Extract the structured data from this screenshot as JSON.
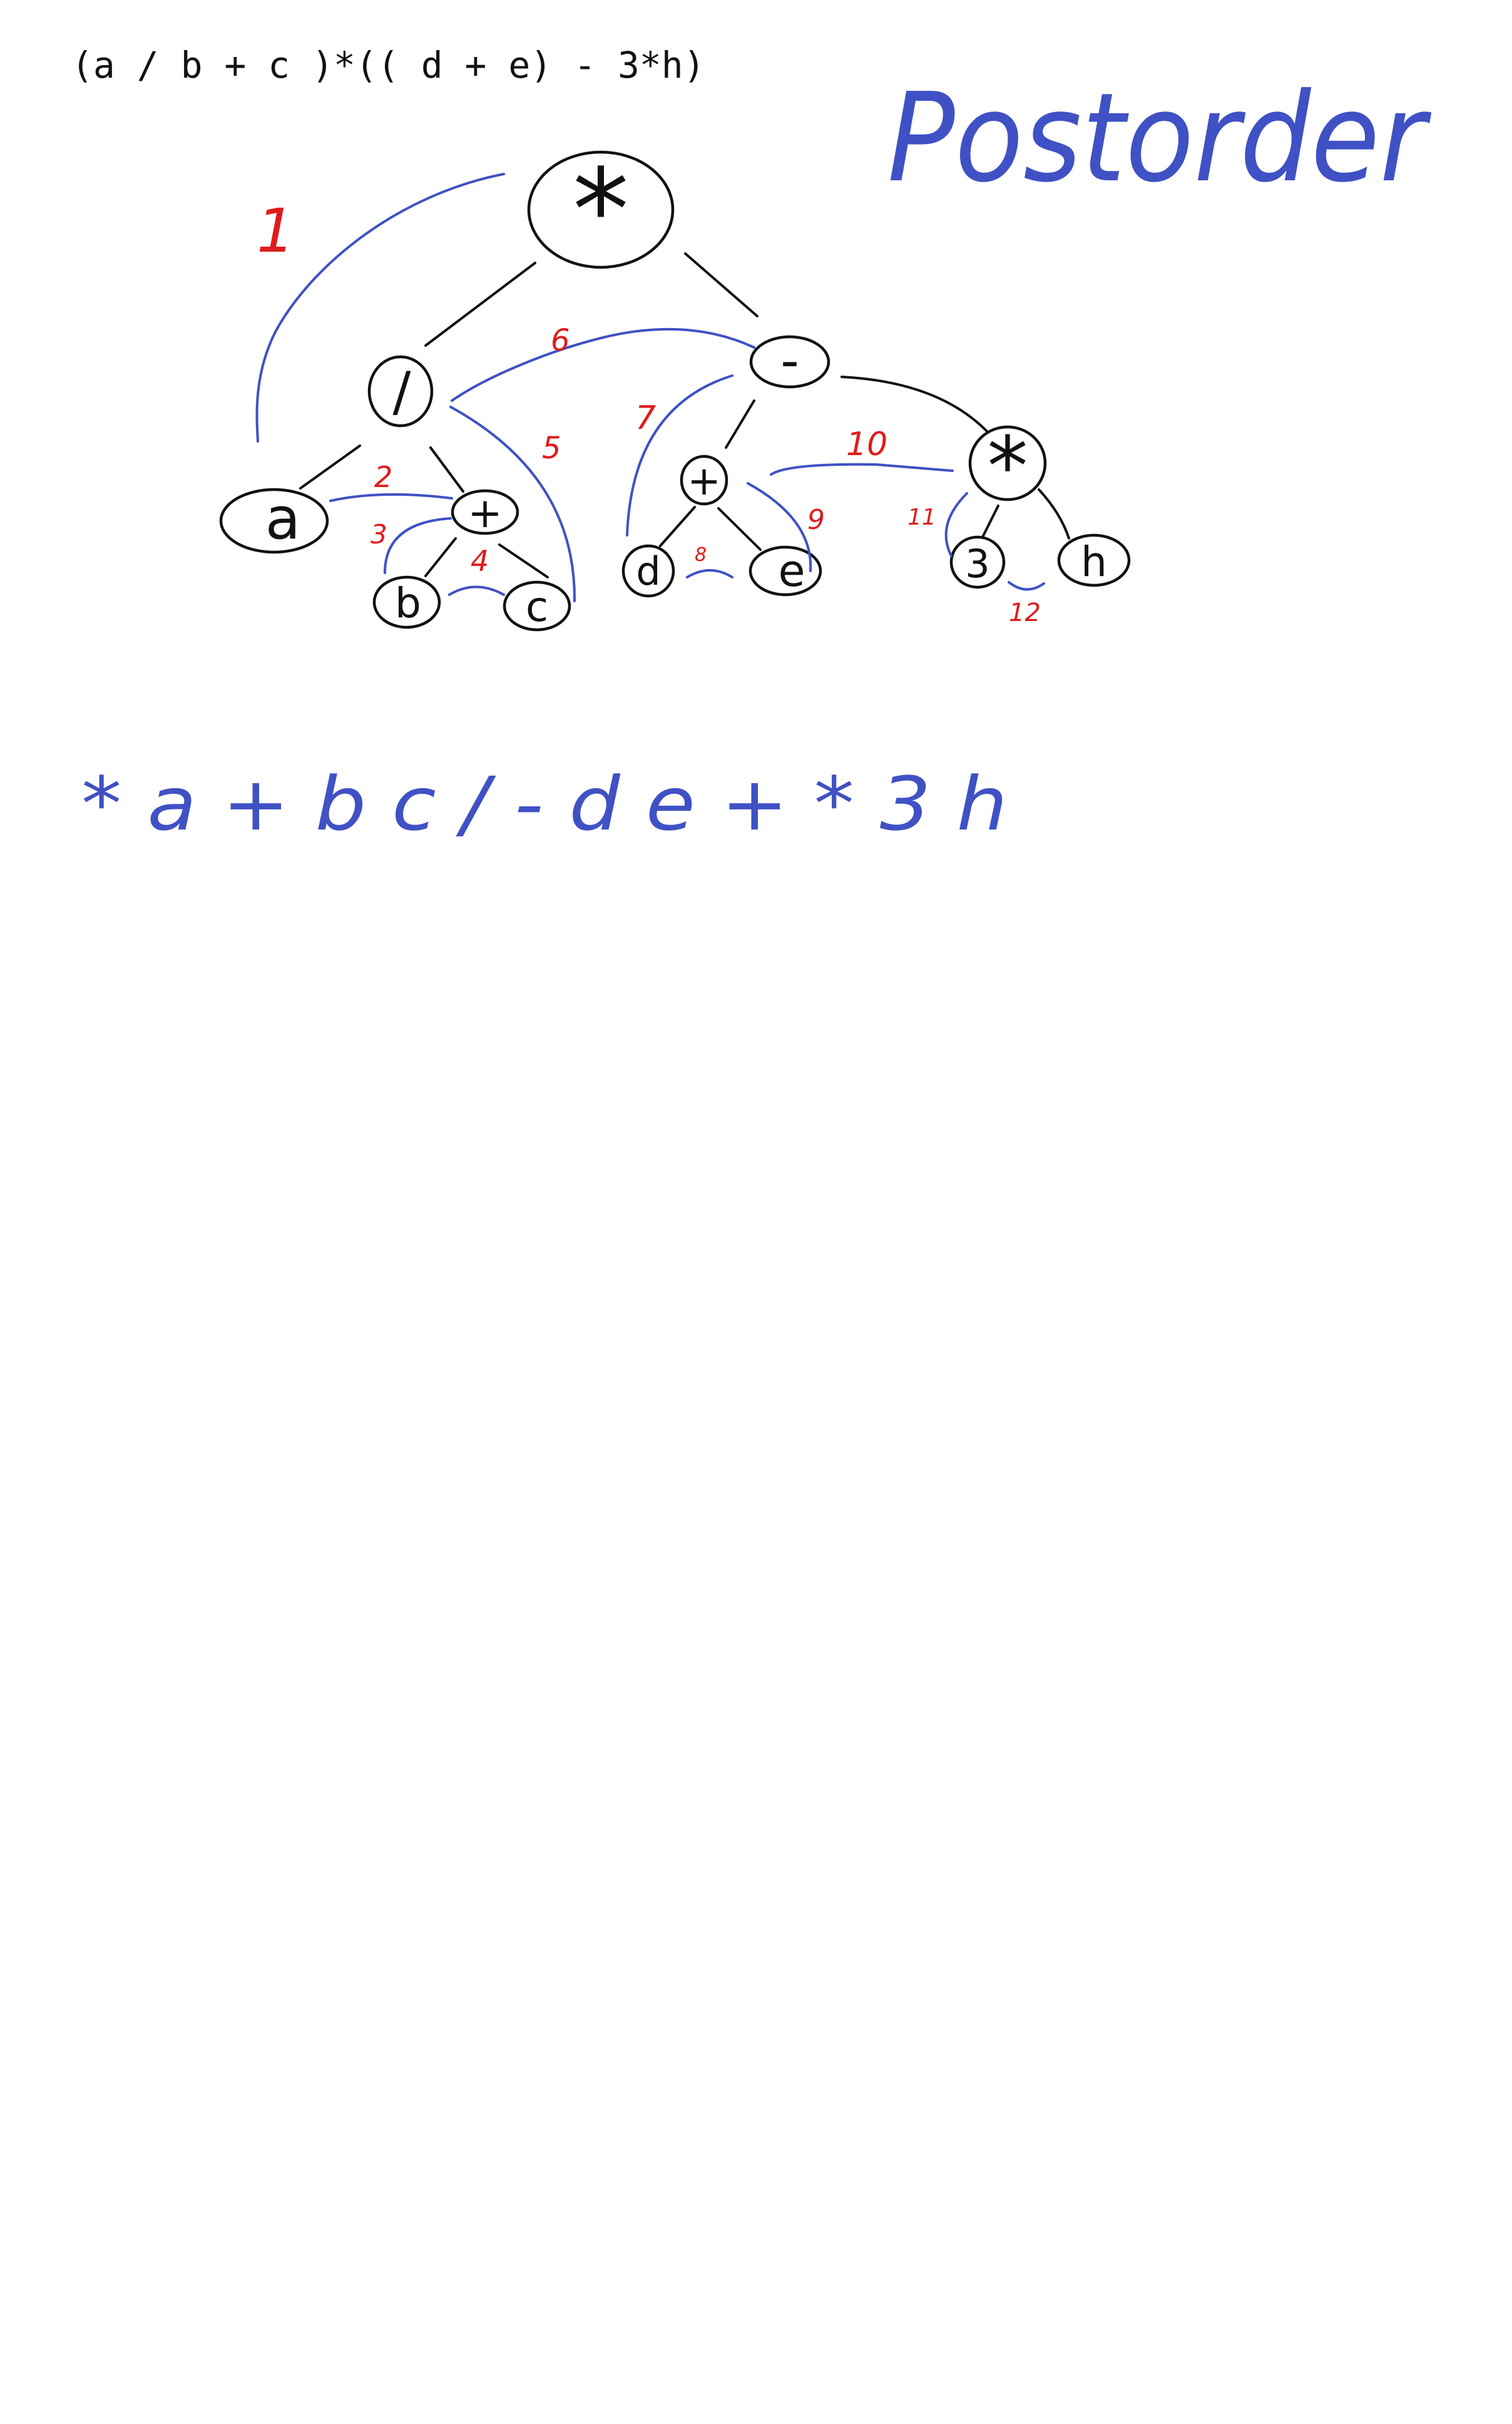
{
  "expression": "(a / b + c )*(( d + e) - 3*h)",
  "heading": "Postorder",
  "traversal_result": "* a + b c / - d e + * 3 h",
  "colors": {
    "ink_black": "#111111",
    "ink_blue": "#3f51c4",
    "ink_red": "#e01b1b"
  },
  "tree": {
    "nodes": [
      {
        "id": "root",
        "label": "*"
      },
      {
        "id": "div",
        "label": "/"
      },
      {
        "id": "minus",
        "label": "-"
      },
      {
        "id": "a",
        "label": "a"
      },
      {
        "id": "plus1",
        "label": "+"
      },
      {
        "id": "b",
        "label": "b"
      },
      {
        "id": "c",
        "label": "c"
      },
      {
        "id": "plus2",
        "label": "+"
      },
      {
        "id": "mult",
        "label": "*"
      },
      {
        "id": "d",
        "label": "d"
      },
      {
        "id": "e",
        "label": "e"
      },
      {
        "id": "three",
        "label": "3"
      },
      {
        "id": "h",
        "label": "h"
      }
    ],
    "edges": [
      [
        "root",
        "div"
      ],
      [
        "root",
        "minus"
      ],
      [
        "div",
        "a"
      ],
      [
        "div",
        "plus1"
      ],
      [
        "plus1",
        "b"
      ],
      [
        "plus1",
        "c"
      ],
      [
        "minus",
        "plus2"
      ],
      [
        "minus",
        "mult"
      ],
      [
        "plus2",
        "d"
      ],
      [
        "plus2",
        "e"
      ],
      [
        "mult",
        "three"
      ],
      [
        "mult",
        "h"
      ]
    ]
  },
  "step_labels": [
    "1",
    "2",
    "3",
    "4",
    "5",
    "6",
    "7",
    "8",
    "9",
    "10",
    "11",
    "12"
  ]
}
